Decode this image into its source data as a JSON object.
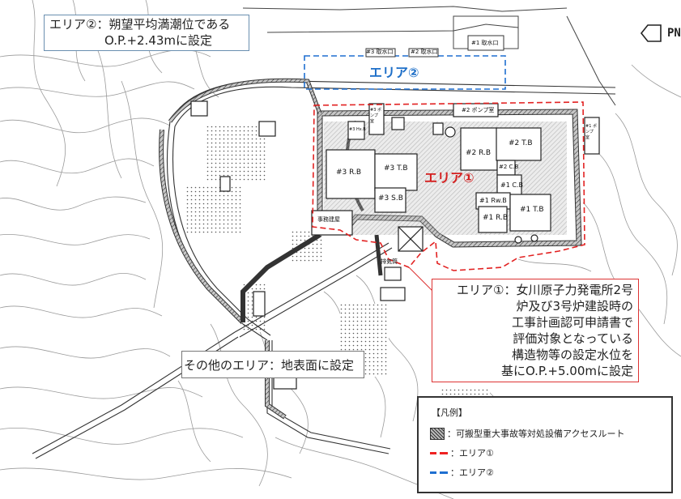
{
  "notes": {
    "area2": {
      "line1": "エリア②：朔望平均満潮位である",
      "line2": "O.P.+2.43mに設定"
    },
    "area1": {
      "lines": [
        "エリア①：女川原子力発電所2号",
        "炉及び3号炉建設時の",
        "工事計画認可申請書で",
        "評価対象となっている",
        "構造物等の設定水位を",
        "基にO.P.+5.00mに設定"
      ]
    },
    "other": "その他のエリア：地表面に設定"
  },
  "map_labels": {
    "area1": "エリア①",
    "area2": "エリア②",
    "buildings": {
      "r3rb": "#3 R.B",
      "r3tb": "#3 T.B",
      "r3sb": "#3 S.B",
      "r2rb": "#2 R.B",
      "r2tb": "#2 T.B",
      "r2cb": "#2 C.B",
      "r1cb": "#1 C.B",
      "r1rwb": "#1 Rw.B",
      "r1rb": "#1 R.B",
      "r1tb": "#1 T.B",
      "r3hxb": "#3 Hx.B",
      "pump2": "#2 ポンプ室",
      "pump3": "#3 ポンプ室",
      "pump1": "#1 ポンプ室",
      "office": "事務建屋",
      "exhaust": "排気筒",
      "intake3": "#3 取水口",
      "intake2": "#2 取水口",
      "intake1": "#1 取水口"
    }
  },
  "compass": {
    "label": "PN",
    "icon": "north-arrow-icon"
  },
  "legend": {
    "title": "【凡例】",
    "items": [
      {
        "symbol": "hatched-box",
        "label": "：可搬型重大事故等対処設備アクセスルート"
      },
      {
        "symbol": "red-dash",
        "label": "：エリア①"
      },
      {
        "symbol": "blue-dash",
        "label": "：エリア②"
      }
    ]
  },
  "colors": {
    "area1": "#e22222",
    "area2": "#1f6fd0",
    "road": "#333333",
    "terrain": "#9a9a9a"
  }
}
